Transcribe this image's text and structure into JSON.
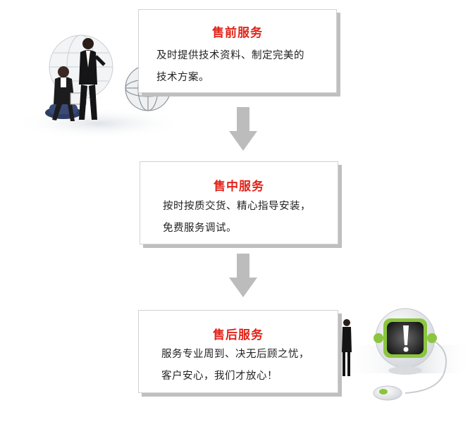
{
  "steps": [
    {
      "title": "售前服务",
      "lines": [
        "及时提供技术资料、制定完美的",
        "技术方案。"
      ]
    },
    {
      "title": "售中服务",
      "lines": [
        "按时按质交货、精心指导安装，",
        "免费服务调试。"
      ]
    },
    {
      "title": "售后服务",
      "lines": [
        "服务专业周到、决无后顾之忧，",
        "客户安心，我们才放心！"
      ]
    }
  ],
  "colors": {
    "title_red": "#e2231a",
    "card_shadow": "#bfbfbf",
    "arrow_gray": "#bcbcbc",
    "monitor_green": "#8bc43f"
  },
  "icons": [
    "globe-icon",
    "business-people-illustration",
    "down-arrow-icon",
    "computer-mascot-icon",
    "exclamation-icon",
    "mouse-icon"
  ]
}
